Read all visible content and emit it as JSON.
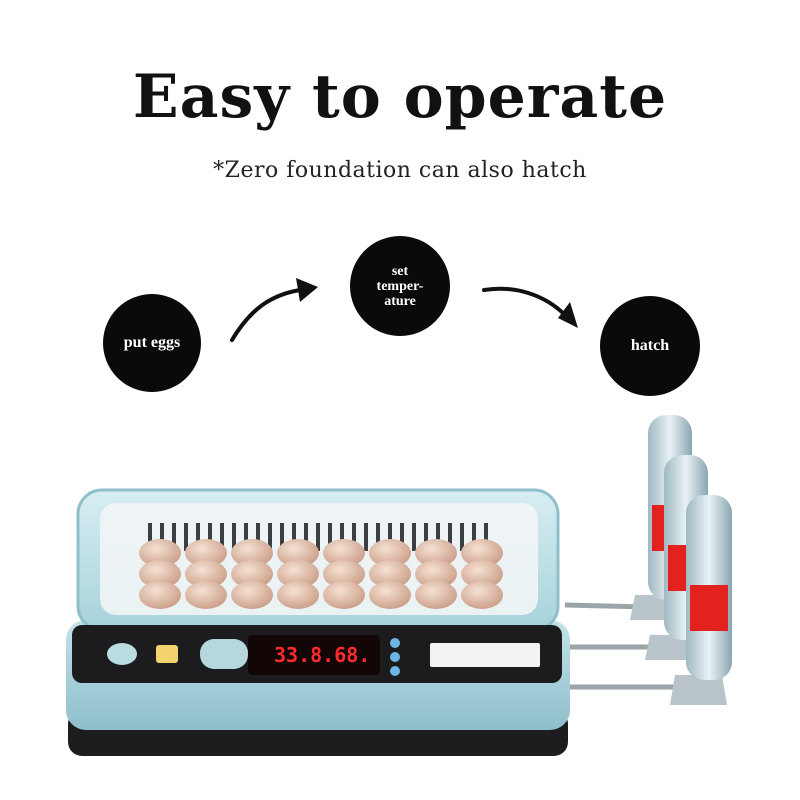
{
  "header": {
    "title": "Easy to operate",
    "subtitle": "*Zero foundation can also hatch"
  },
  "steps": [
    {
      "label": "put eggs"
    },
    {
      "label": "set\ntemper-\nature"
    },
    {
      "label": "hatch"
    }
  ],
  "display": {
    "readout": "33.8.68."
  },
  "colors": {
    "circle": "#0a0a0a",
    "incubator_body": "#a9d3dc",
    "panel": "#1c1c1e",
    "display_red": "#ff2a2a",
    "bottle_label": "#e3221f"
  }
}
